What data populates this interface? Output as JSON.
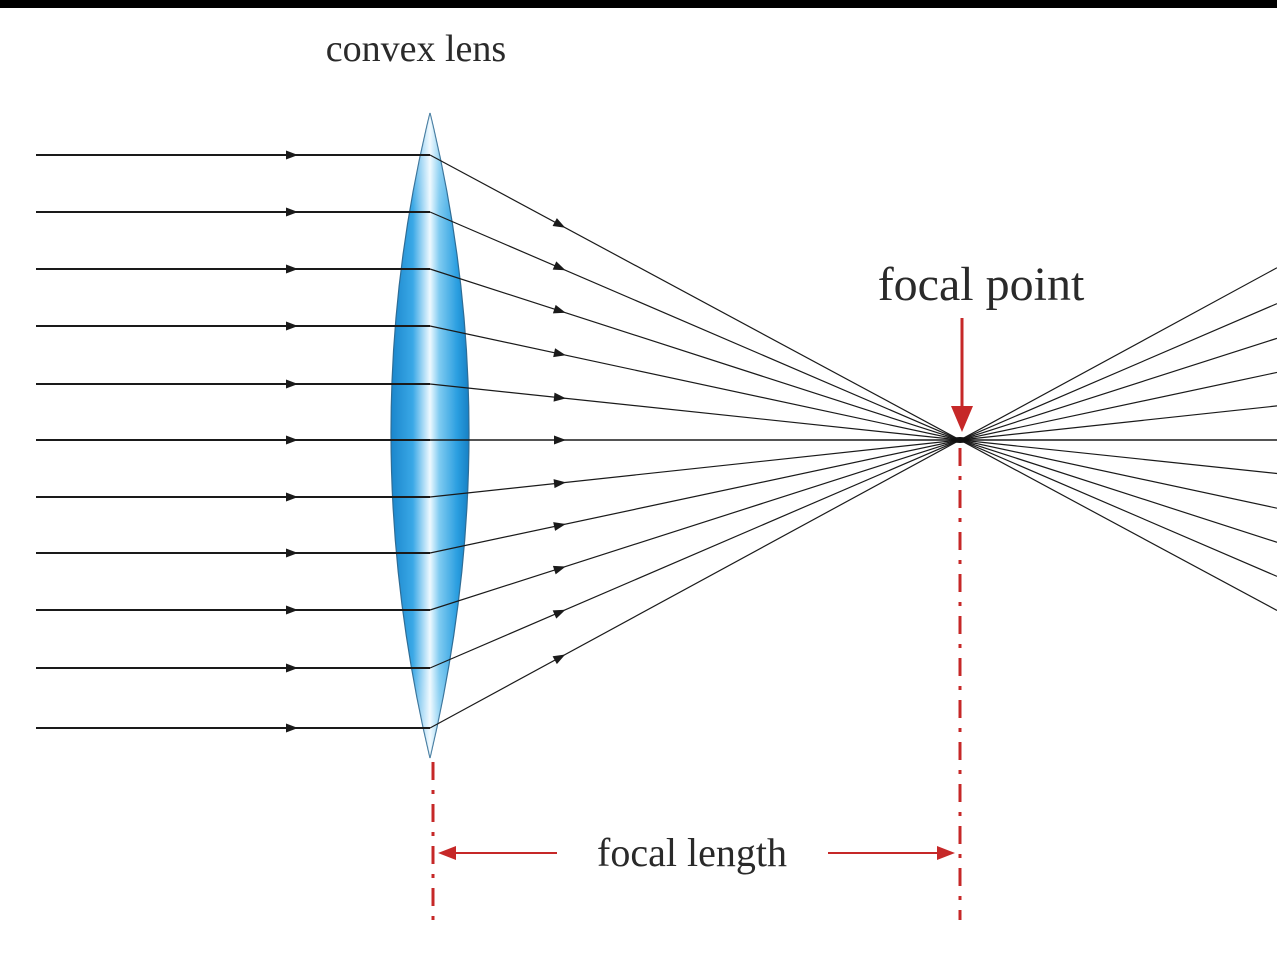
{
  "diagram": {
    "lens_label": "convex lens",
    "focal_point_label": "focal point",
    "focal_length_label": "focal length",
    "colors": {
      "ray": "#1a1a1a",
      "accent": "#c62828",
      "lens_dark": "#1e8fd6",
      "lens_light": "#e6f5fd",
      "lens_stroke": "#2f6d96",
      "background": "#ffffff"
    }
  }
}
